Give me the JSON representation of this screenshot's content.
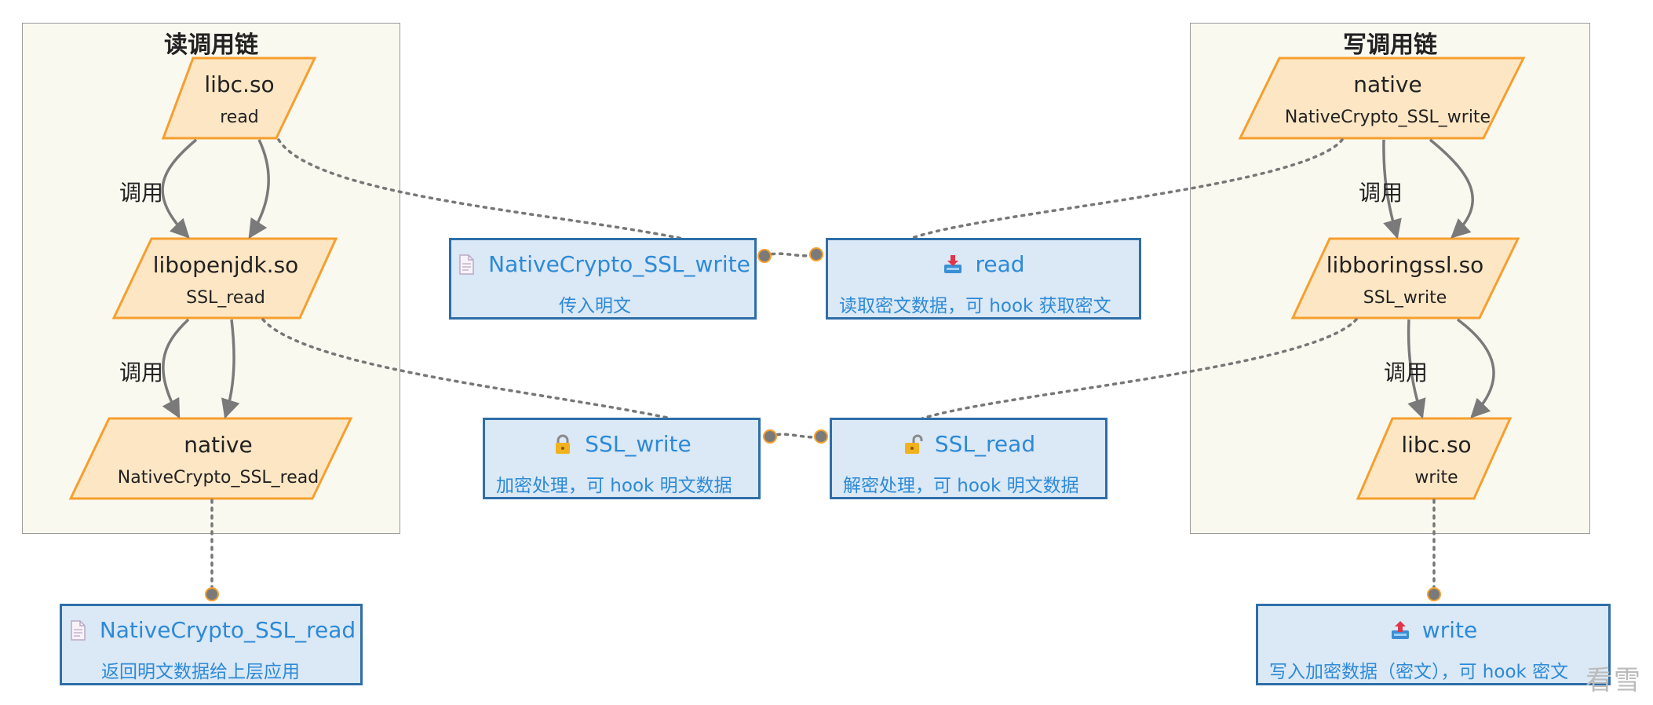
{
  "groups": {
    "read_chain": "读调用链",
    "write_chain": "写调用链"
  },
  "edge_label": "调用",
  "read_nodes": [
    {
      "title": "libc.so",
      "sub": "read"
    },
    {
      "title": "libopenjdk.so",
      "sub": "SSL_read"
    },
    {
      "title": "native",
      "sub": "NativeCrypto_SSL_read"
    }
  ],
  "write_nodes": [
    {
      "title": "native",
      "sub": "NativeCrypto_SSL_write"
    },
    {
      "title": "libboringssl.so",
      "sub": "SSL_write"
    },
    {
      "title": "libc.so",
      "sub": "write"
    }
  ],
  "notes": {
    "nc_write": {
      "title": "NativeCrypto_SSL_write",
      "desc": "传入明文",
      "icon": "document-icon"
    },
    "read": {
      "title": "read",
      "desc": "读取密文数据，可 hook 获取密文",
      "icon": "inbox-download-icon"
    },
    "ssl_write": {
      "title": "SSL_write",
      "desc": "加密处理，可 hook 明文数据",
      "icon": "lock-icon"
    },
    "ssl_read": {
      "title": "SSL_read",
      "desc": "解密处理，可 hook 明文数据",
      "icon": "unlock-icon"
    },
    "nc_read": {
      "title": "NativeCrypto_SSL_read",
      "desc": "返回明文数据给上层应用",
      "icon": "document-icon"
    },
    "write": {
      "title": "write",
      "desc": "写入加密数据（密文），可 hook 密文",
      "icon": "inbox-upload-icon"
    }
  },
  "watermark": "看雪",
  "colors": {
    "process_fill": "#fde6c4",
    "process_stroke": "#f59f2e",
    "note_fill": "#dbe8f5",
    "note_stroke": "#2e6ea8",
    "note_text": "#2c8ad8",
    "arrow": "#7a7a7a"
  }
}
